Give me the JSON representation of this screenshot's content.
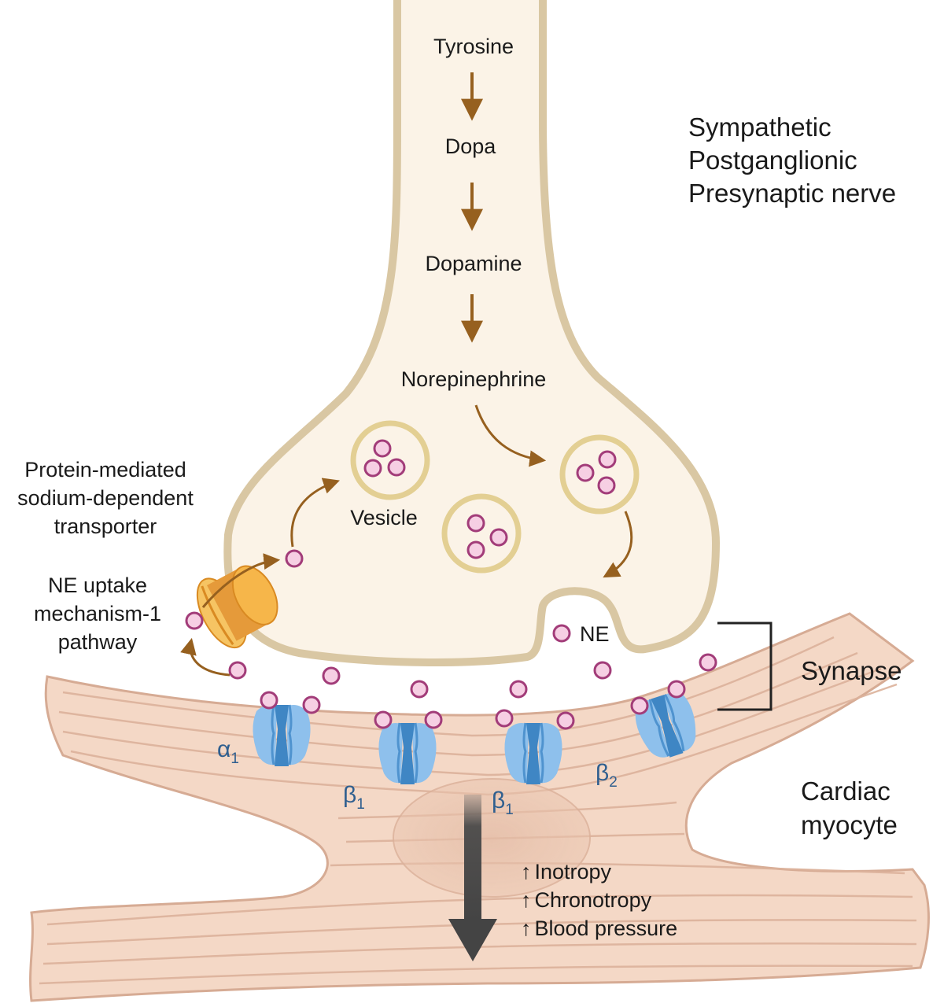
{
  "pathway": {
    "step1": "Tyrosine",
    "step2": "Dopa",
    "step3": "Dopamine",
    "step4": "Norepinephrine"
  },
  "labels": {
    "nerve_line1": "Sympathetic",
    "nerve_line2": "Postganglionic",
    "nerve_line3": "Presynaptic nerve",
    "transporter_line1": "Protein-mediated",
    "transporter_line2": "sodium-dependent",
    "transporter_line3": "transporter",
    "uptake_line1": "NE uptake",
    "uptake_line2": "mechanism-1",
    "uptake_line3": "pathway",
    "vesicle": "Vesicle",
    "ne": "NE",
    "synapse": "Synapse",
    "myocyte_line1": "Cardiac",
    "myocyte_line2": "myocyte"
  },
  "receptors": {
    "r1_greek": "α",
    "r1_sub": "1",
    "r2_greek": "β",
    "r2_sub": "1",
    "r3_greek": "β",
    "r3_sub": "1",
    "r4_greek": "β",
    "r4_sub": "2"
  },
  "effects": {
    "arrow_symbol": "↑",
    "e1": "Inotropy",
    "e2": "Chronotropy",
    "e3": "Blood pressure"
  },
  "colors": {
    "neuron_fill": "#fbf3e7",
    "neuron_outline": "#d9c7a3",
    "arrow_brown": "#96601f",
    "molecule_outline": "#a23c79",
    "molecule_fill": "#f6cfe3",
    "receptor_light": "#8ec0ec",
    "receptor_dark": "#3f86c4",
    "muscle_fill": "#f4d8c6",
    "muscle_stroke": "#d6ab94",
    "transporter_orange": "#f2ab3c"
  }
}
